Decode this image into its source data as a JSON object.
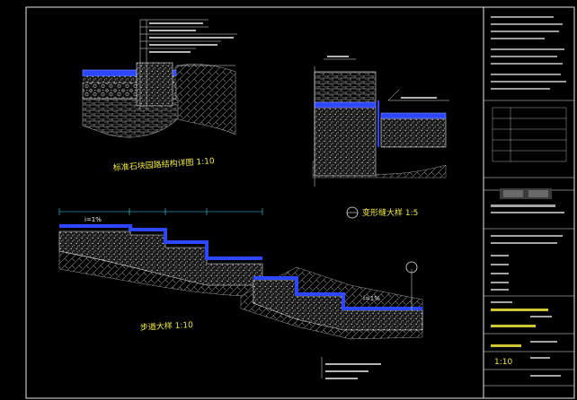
{
  "drawing": {
    "title_curb_detail": "标准石块园路结构详图 1:10",
    "title_joint_detail": "变形缝大样 1:5",
    "title_step_detail": "步道大样 1:10",
    "slope_label": "i=1%"
  },
  "title_block": {
    "scale": "1:10",
    "firm_name": "",
    "project_name": "",
    "drawing_title": ""
  },
  "colors": {
    "background": "#000000",
    "frame": "#e9e9e9",
    "slab": "#2d46ff",
    "fill": "#dddddd",
    "leader": "#e6e6e6",
    "title_yellow": "#f2ea3c",
    "dimension": "#36d6f5"
  }
}
